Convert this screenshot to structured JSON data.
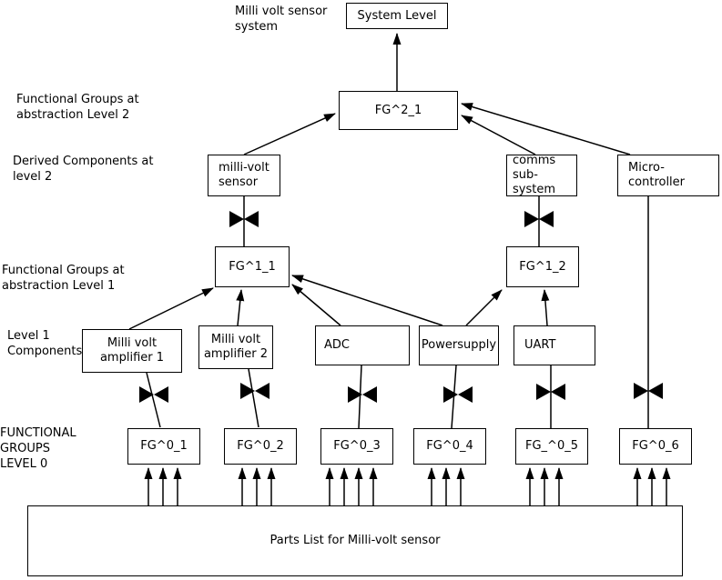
{
  "diagram": {
    "note_title": "Milli volt sensor\nsystem",
    "labels": {
      "fg_level2": "Functional Groups at\nabstraction Level 2",
      "derived_level2": "Derived Components at\nlevel 2",
      "fg_level1": "Functional Groups at\nabstraction Level 1",
      "level1_components": "Level  1\nComponents",
      "fg_level0": "FUNCTIONAL\nGROUPS\n LEVEL 0"
    },
    "boxes": {
      "system_level": "System Level",
      "fg2_1": "FG^2_1",
      "millivolt_sensor": "milli-volt\nsensor",
      "comms": "comms\nsub-system",
      "micro": "Micro-\ncontroller",
      "fg1_1": "FG^1_1",
      "fg1_2": "FG^1_2",
      "amp1": "Milli volt\namplifier 1",
      "amp2": "Milli volt\namplifier 2",
      "adc": "ADC",
      "powersupply": "Powersupply",
      "uart": "UART",
      "fg0_1": "FG^0_1",
      "fg0_2": "FG^0_2",
      "fg0_3": "FG^0_3",
      "fg0_4": "FG^0_4",
      "fg0_5": "FG_^0_5",
      "fg0_6": "FG^0_6",
      "parts_list": "Parts List for Milli-volt sensor"
    },
    "colors": {
      "line": "#000000",
      "background": "#ffffff"
    }
  }
}
